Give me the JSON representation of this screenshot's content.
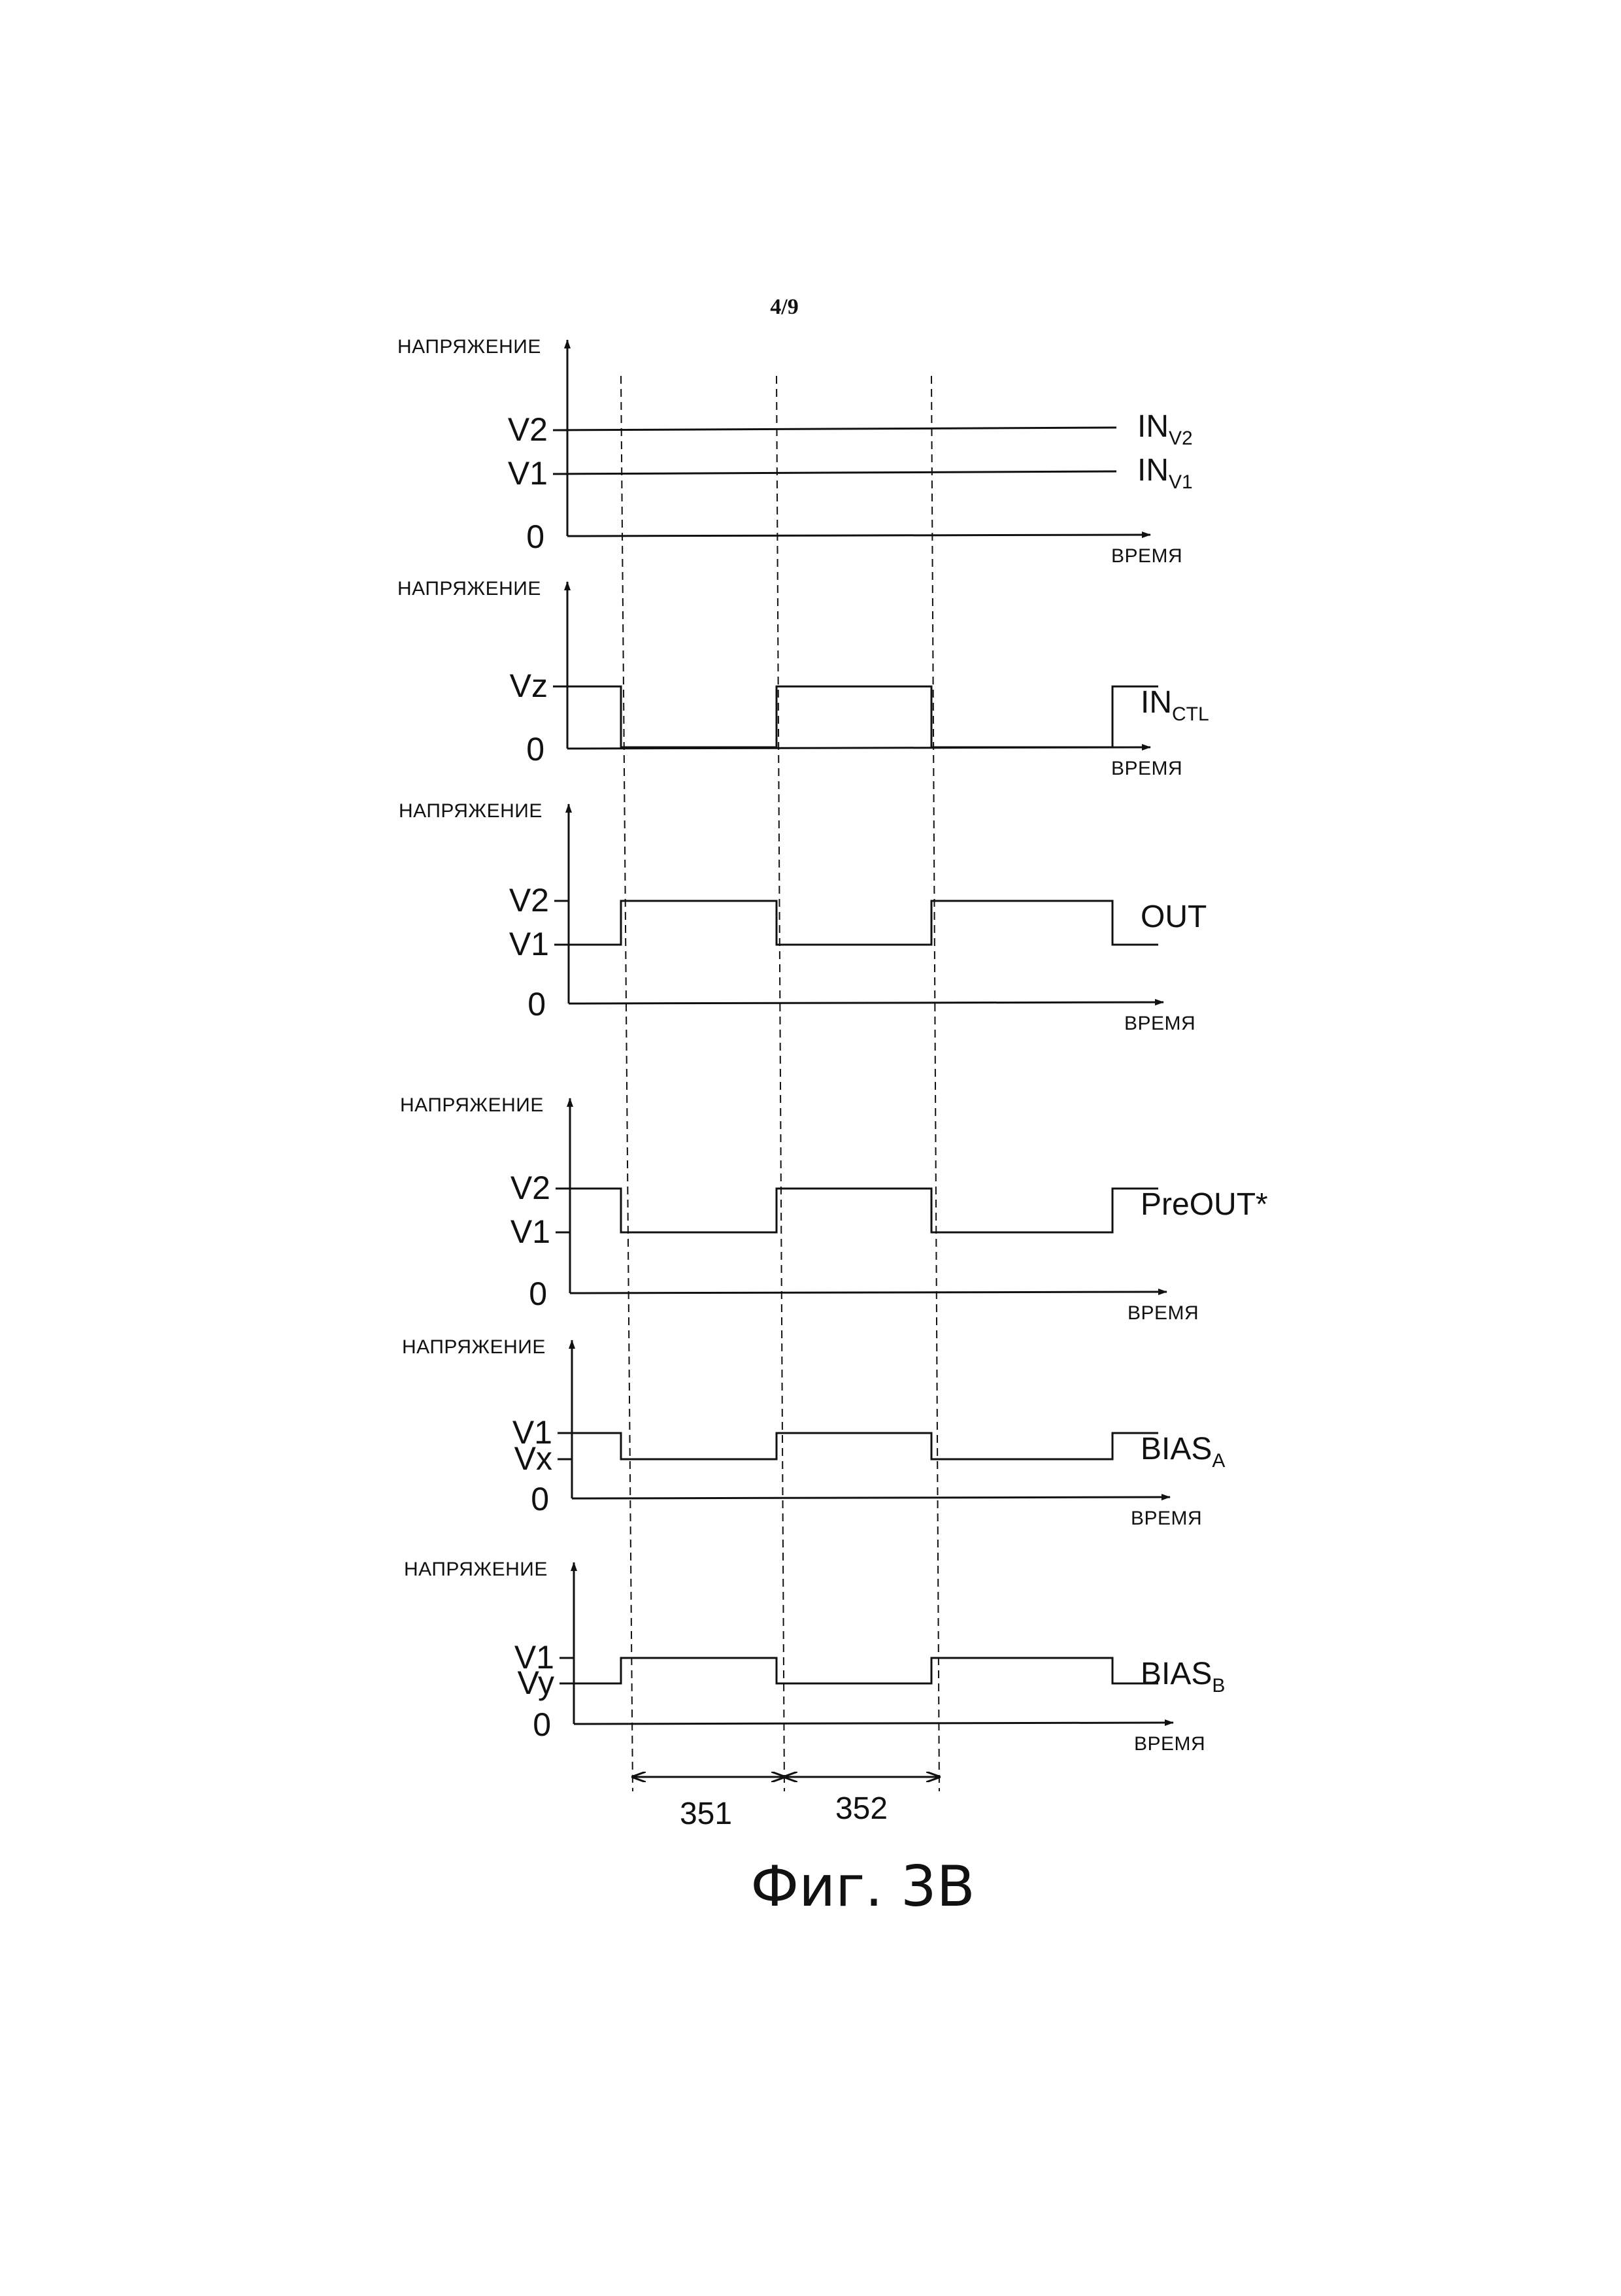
{
  "page_number": "4/9",
  "axes": {
    "y_label": "НАПРЯЖЕНИЕ",
    "x_label": "ВРЕМЯ",
    "zero_label": "0"
  },
  "panels": [
    {
      "id": "inputs",
      "level_labels": [
        "V2",
        "V1"
      ],
      "signals": [
        {
          "name": "IN",
          "sub": "V2",
          "level": "V2",
          "waveform": "constant"
        },
        {
          "name": "IN",
          "sub": "V1",
          "level": "V1",
          "waveform": "constant"
        }
      ]
    },
    {
      "id": "control",
      "level_labels": [
        "Vz"
      ],
      "signals": [
        {
          "name": "IN",
          "sub": "CTL",
          "high": "Vz",
          "low": "0",
          "waveform": [
            "Vz",
            "0",
            "Vz",
            "0",
            "Vz"
          ]
        }
      ]
    },
    {
      "id": "output",
      "level_labels": [
        "V2",
        "V1"
      ],
      "signals": [
        {
          "name": "OUT",
          "sub": "",
          "high": "V2",
          "low": "V1",
          "waveform": [
            "V1",
            "V2",
            "V1",
            "V2",
            "V1"
          ]
        }
      ]
    },
    {
      "id": "preout",
      "level_labels": [
        "V2",
        "V1"
      ],
      "signals": [
        {
          "name": "PreOUT*",
          "sub": "",
          "high": "V2",
          "low": "V1",
          "waveform": [
            "V2",
            "V1",
            "V2",
            "V1",
            "V2"
          ]
        }
      ]
    },
    {
      "id": "bias-a",
      "level_labels": [
        "V1",
        "Vx"
      ],
      "signals": [
        {
          "name": "BIAS",
          "sub": "A",
          "high": "V1",
          "low": "Vx",
          "waveform": [
            "V1",
            "Vx",
            "V1",
            "Vx",
            "V1"
          ]
        }
      ]
    },
    {
      "id": "bias-b",
      "level_labels": [
        "V1",
        "Vy"
      ],
      "signals": [
        {
          "name": "BIAS",
          "sub": "B",
          "high": "V1",
          "low": "Vy",
          "waveform": [
            "Vy",
            "V1",
            "Vy",
            "V1",
            "Vy"
          ]
        }
      ]
    }
  ],
  "intervals": [
    "351",
    "352"
  ],
  "figure_caption": "Фиг. 3В"
}
